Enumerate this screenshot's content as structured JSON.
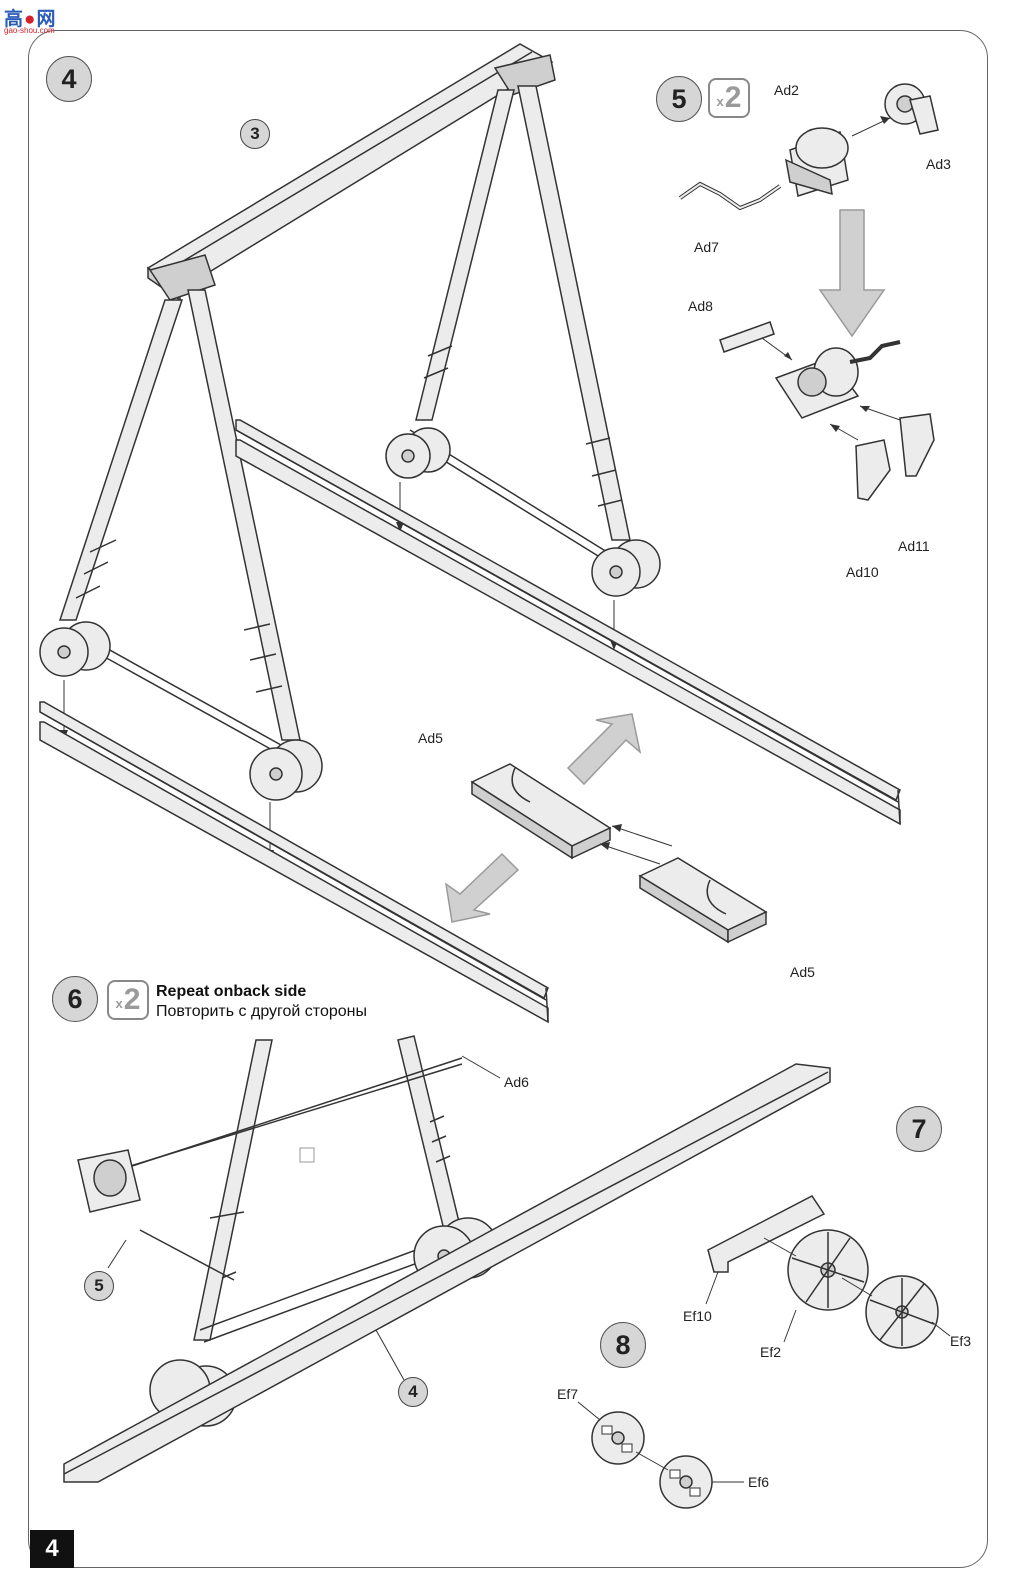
{
  "logo": {
    "main_part1": "高",
    "main_part2": "网",
    "sub": "gao-shou.com"
  },
  "steps": {
    "s4": "4",
    "s5": "5",
    "s6": "6",
    "s7": "7",
    "s8": "8"
  },
  "multipliers": {
    "step5": {
      "x": "x",
      "n": "2"
    },
    "step6": {
      "x": "x",
      "n": "2"
    }
  },
  "callouts": {
    "c3": "3",
    "c5": "5",
    "c4": "4"
  },
  "parts": {
    "ad2": "Ad2",
    "ad3": "Ad3",
    "ad7": "Ad7",
    "ad8": "Ad8",
    "ad10": "Ad10",
    "ad11": "Ad11",
    "ad5_top": "Ad5",
    "ad5_bottom": "Ad5",
    "ad6": "Ad6",
    "ef10": "Ef10",
    "ef2": "Ef2",
    "ef3": "Ef3",
    "ef7": "Ef7",
    "ef6": "Ef6"
  },
  "step6_note": {
    "en": "Repeat onback side",
    "ru": "Повторить с другой стороны"
  },
  "page_number": "4"
}
